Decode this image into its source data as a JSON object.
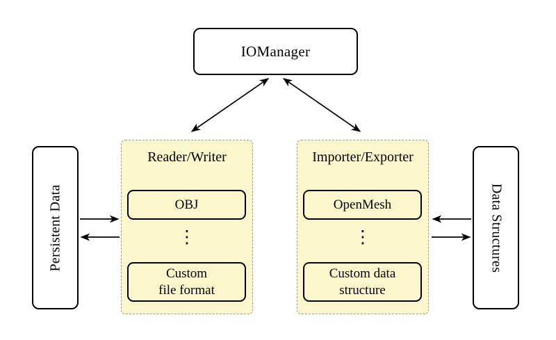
{
  "diagram": {
    "background_color": "#ffffff",
    "group_fill_color": "#FBF6CB",
    "group_border_color": "#9c9c94",
    "node_border_color": "#000000",
    "arrow_color": "#000000",
    "nodes": {
      "iomanager": {
        "label": "IOManager"
      },
      "persistent_data": {
        "label": "Persistent Data",
        "orientation": "vertical-bottom-to-top"
      },
      "data_structures": {
        "label": "Data Structures",
        "orientation": "vertical-top-to-bottom"
      },
      "reader_writer": {
        "title": "Reader/Writer",
        "dots": "⋮",
        "top_item": {
          "label": "OBJ"
        },
        "bottom_item": {
          "label_lines": [
            "Custom",
            "file format"
          ]
        }
      },
      "importer_exporter": {
        "title": "Importer/Exporter",
        "dots": "⋮",
        "top_item": {
          "label": "OpenMesh"
        },
        "bottom_item": {
          "label_lines": [
            "Custom data",
            "structure"
          ]
        }
      }
    },
    "edges": [
      {
        "from": "IOManager",
        "to": "Reader/Writer",
        "style": "double-arrow"
      },
      {
        "from": "IOManager",
        "to": "Importer/Exporter",
        "style": "double-arrow"
      },
      {
        "from": "Persistent Data",
        "to": "Reader/Writer",
        "style": "arrow"
      },
      {
        "from": "Reader/Writer",
        "to": "Persistent Data",
        "style": "arrow"
      },
      {
        "from": "Data Structures",
        "to": "Importer/Exporter",
        "style": "arrow"
      },
      {
        "from": "Importer/Exporter",
        "to": "Data Structures",
        "style": "arrow"
      }
    ]
  }
}
